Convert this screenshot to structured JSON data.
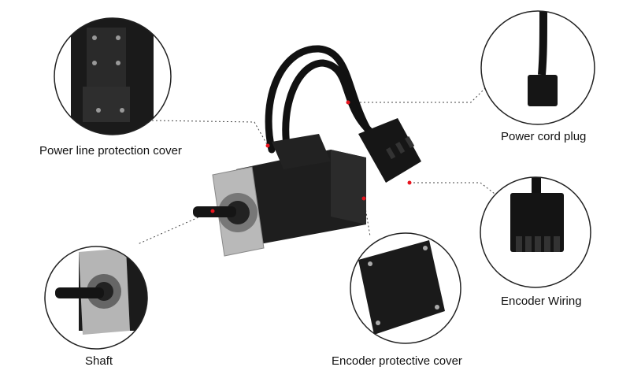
{
  "labels": {
    "power_line_cover": "Power line protection cover",
    "power_cord_plug": "Power cord plug",
    "encoder_wiring": "Encoder Wiring",
    "shaft": "Shaft",
    "encoder_cover": "Encoder protective cover"
  },
  "colors": {
    "marker": "#e8141e",
    "motor": "#1a1a1a",
    "flange": "#b8b8b8"
  }
}
